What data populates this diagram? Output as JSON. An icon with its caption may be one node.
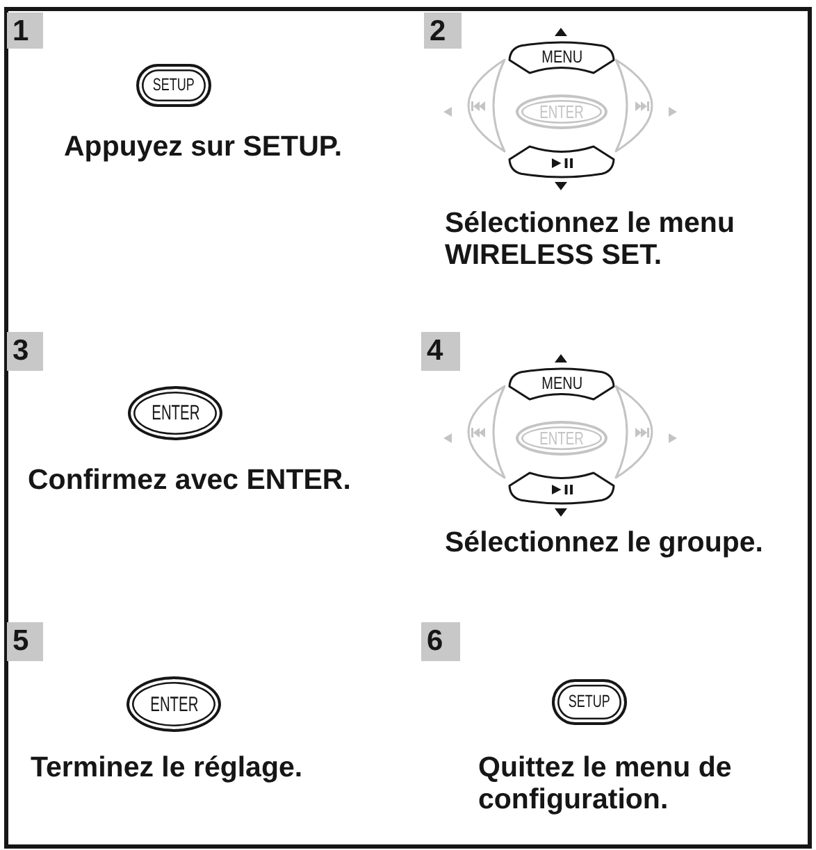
{
  "diagram": {
    "nodes": [
      {
        "text": [
          "1"
        ]
      },
      {
        "text": [
          "SETUP"
        ]
      },
      {
        "text": [
          "2"
        ]
      },
      {
        "text": [
          "MENU"
        ]
      },
      {
        "text": [],
        "shape": "button"
      },
      {
        "text": [
          "ENTER"
        ]
      },
      {
        "text": [],
        "shape": "button"
      },
      {
        "text": [],
        "shape": "button"
      },
      {
        "text": [
          "3"
        ]
      },
      {
        "text": [
          "ENTER"
        ]
      },
      {
        "text": [
          "4"
        ]
      },
      {
        "text": [
          "MENU"
        ]
      },
      {
        "text": [],
        "shape": "button"
      },
      {
        "text": [
          "ENTER"
        ]
      },
      {
        "text": [],
        "shape": "button"
      },
      {
        "text": [],
        "shape": "button"
      },
      {
        "text": [
          "5"
        ]
      },
      {
        "text": [
          "ENTER"
        ]
      },
      {
        "text": [
          "6"
        ]
      },
      {
        "text": [
          "SETUP"
        ]
      }
    ],
    "labels": [
      "Appuyez sur SETUP.",
      "Sélectionnez le menu WIRELESS SET.",
      "Confirmez avec ENTER.",
      "Sélectionnez le groupe.",
      "Terminez le réglage.",
      "Quittez le menu de configuration."
    ]
  }
}
